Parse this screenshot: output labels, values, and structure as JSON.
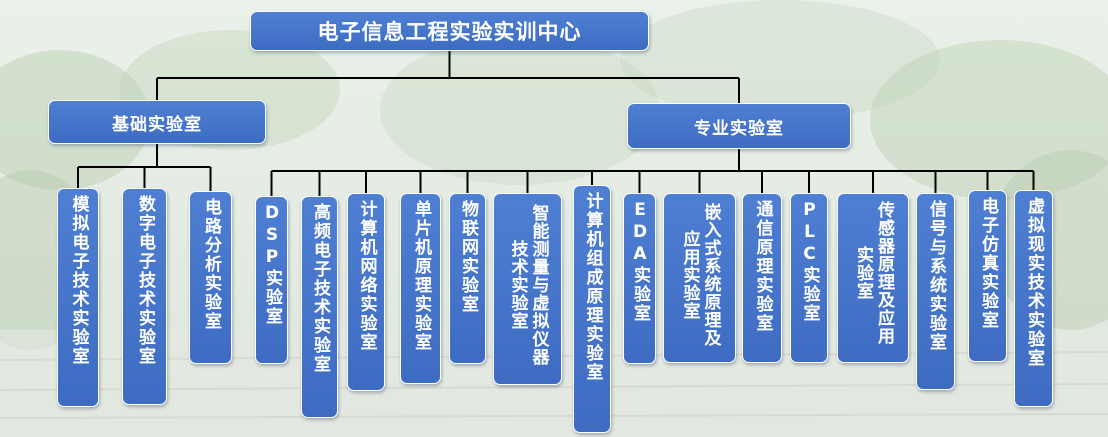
{
  "root": {
    "label": "电子信息工程实验实训中心"
  },
  "groups": [
    {
      "label": "基础实验室",
      "labs": [
        "模拟电子技术实验室",
        "数字电子技术实验室",
        "电路分析实验室"
      ]
    },
    {
      "label": "专业实验室",
      "labs": [
        "DSP实验室",
        "高频电子技术实验室",
        "计算机网络实验室",
        "单片机原理实验室",
        "物联网实验室",
        "智能测量与虚拟仪器技术实验室",
        "计算机组成原理实验室",
        "EDA实验室",
        "嵌入式系统原理及应用实验室",
        "通信原理实验室",
        "PLC实验室",
        "传感器原理及应用实验室",
        "信号与系统实验室",
        "电子仿真实验室",
        "虚拟现实技术实验室"
      ]
    }
  ],
  "colors": {
    "node_fill": "#4471c6",
    "node_border": "#ffffff",
    "line": "#000000"
  }
}
